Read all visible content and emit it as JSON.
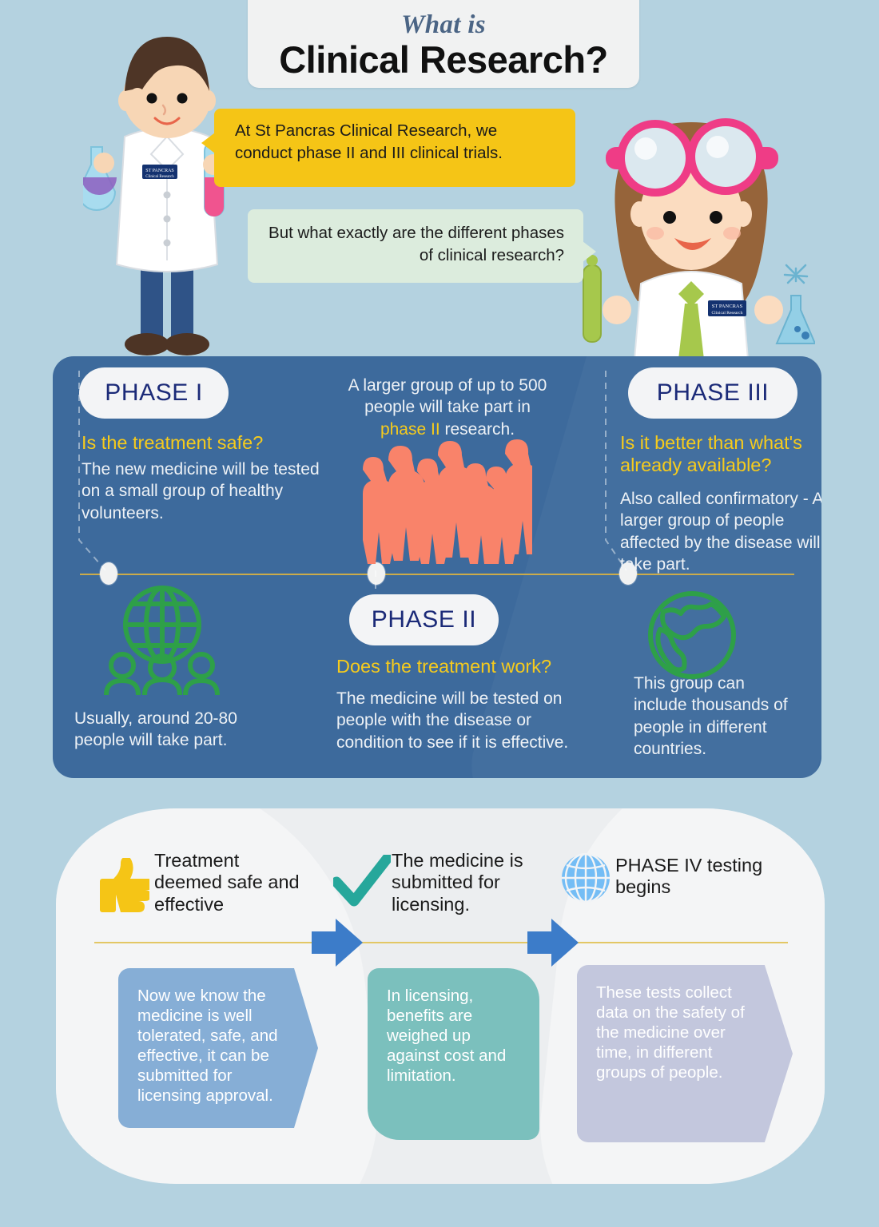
{
  "title": {
    "small": "What is",
    "big": "Clinical Research?"
  },
  "bubbles": {
    "yellow": "At St Pancras Clinical Research, we conduct phase II and III clinical trials.",
    "green": "But what exactly are the different phases of clinical research?"
  },
  "characters": {
    "male_badge_line1": "ST PANCRAS",
    "male_badge_line2": "Clinical Research",
    "female_badge_line1": "ST PANCRAS",
    "female_badge_line2": "Clinical Research"
  },
  "phases": {
    "phase1": {
      "pill": "PHASE I",
      "question": "Is the treatment safe?",
      "body": "The new medicine will be tested on a small group of healthy volunteers.",
      "footer": "Usually, around 20-80 people will take part.",
      "icon": "globe-people-icon"
    },
    "phase2": {
      "intro_pre": "A larger group of up to 500 people will take part in ",
      "intro_hl": "phase II",
      "intro_post": " research.",
      "pill": "PHASE II",
      "question": "Does the treatment work?",
      "body": "The medicine will be tested on people with the disease or condition to see if it is effective.",
      "icon": "crowd-silhouette-icon"
    },
    "phase3": {
      "pill": "PHASE III",
      "question": "Is it better than what's already available?",
      "body": "Also called confirmatory - A larger group of people affected by the disease will take part.",
      "footer": "This group can include thousands of people in different countries.",
      "icon": "world-globe-icon"
    }
  },
  "outcome": {
    "step1": {
      "heading": "Treatment deemed safe and effective",
      "icon": "thumbs-up-icon",
      "box": "Now we know the medicine is well tolerated, safe, and effective, it can be submitted for licensing approval."
    },
    "step2": {
      "heading": "The medicine is submitted for licensing.",
      "icon": "check-mark-icon",
      "box": "In licensing, benefits are weighed up against cost and limitation."
    },
    "step3": {
      "heading": "PHASE IV testing begins",
      "icon": "globe-blue-icon",
      "box": "These tests collect data on the safety of the medicine over time, in different groups of people."
    }
  },
  "colors": {
    "background": "#b4d2e0",
    "panel_blue": "#3d6a9c",
    "accent_yellow": "#f5c516",
    "question_yellow": "#f6cb1c",
    "pill_text": "#1b2a78",
    "bubble_green": "#dcecdd",
    "crowd_orange": "#f9836a",
    "icon_green": "#36a84b",
    "box1": "#86aed6",
    "box2": "#7bc0bd",
    "box3": "#c3c7dd",
    "arrow_blue": "#3c7cc9",
    "bottom_panel": "#eceef0",
    "timeline_gold": "#cbab4a"
  }
}
